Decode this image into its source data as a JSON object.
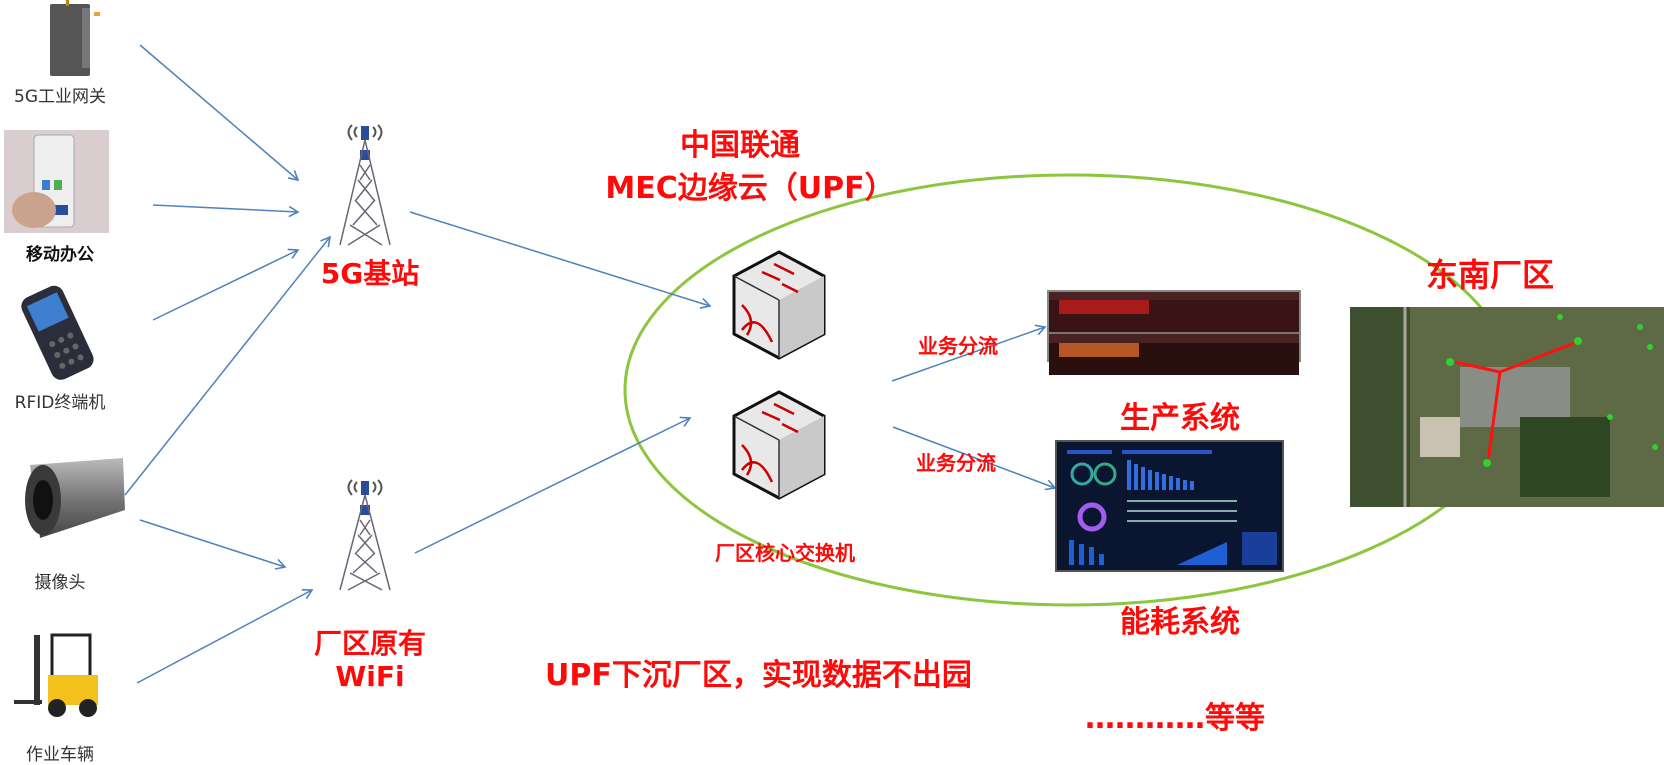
{
  "devices": [
    {
      "label": "5G工业网关",
      "icon": "industrial-gateway"
    },
    {
      "label": "移动办公",
      "icon": "mobile-phone"
    },
    {
      "label": "RFID终端机",
      "icon": "rfid-terminal"
    },
    {
      "label": "摄像头",
      "icon": "camera"
    },
    {
      "label": "作业车辆",
      "icon": "forklift"
    }
  ],
  "access": {
    "base_station": "5G基站",
    "wifi_line1": "厂区原有",
    "wifi_line2": "WiFi"
  },
  "mec": {
    "title_line1": "中国联通",
    "title_line2": "MEC边缘云（UPF）",
    "switch_label": "厂区核心交换机"
  },
  "flows": {
    "split1": "业务分流",
    "split2": "业务分流",
    "production": "生产系统",
    "energy": "能耗系统"
  },
  "site": {
    "title": "东南厂区"
  },
  "notes": {
    "upf": "UPF下沉厂区，实现数据不出园",
    "etc": "…………等等"
  },
  "colors": {
    "arrow": "#4f81bd",
    "ellipse": "#8cc63f",
    "highlight": "#ff0a0a"
  }
}
